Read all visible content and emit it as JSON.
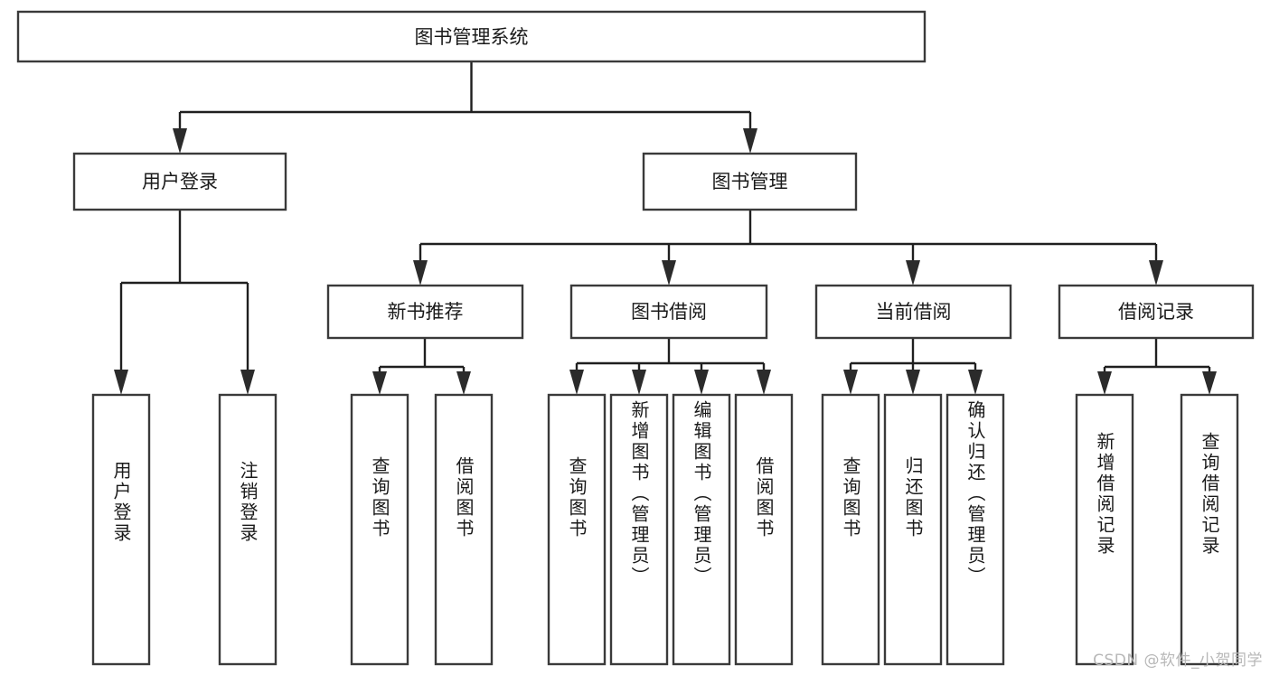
{
  "diagram": {
    "type": "tree",
    "title": "图书管理系统",
    "watermark": "CSDN @软件_小贺同学",
    "colors": {
      "background": "#ffffff",
      "box_fill": "#ffffff",
      "box_stroke": "#3a3a3a",
      "connector": "#1f1f1f",
      "text": "#1a1a1a",
      "watermark": "#b8b8b8"
    },
    "nodes": {
      "root": {
        "label": "图书管理系统",
        "orientation": "horizontal"
      },
      "level1": [
        {
          "label": "用户登录",
          "orientation": "horizontal"
        },
        {
          "label": "图书管理",
          "orientation": "horizontal"
        }
      ],
      "level2": [
        {
          "label": "新书推荐",
          "orientation": "horizontal"
        },
        {
          "label": "图书借阅",
          "orientation": "horizontal"
        },
        {
          "label": "当前借阅",
          "orientation": "horizontal"
        },
        {
          "label": "借阅记录",
          "orientation": "horizontal"
        }
      ],
      "leaves": [
        {
          "label": "用户登录",
          "parent": "用户登录",
          "orientation": "vertical"
        },
        {
          "label": "注销登录",
          "parent": "用户登录",
          "orientation": "vertical"
        },
        {
          "label": "查询图书",
          "parent": "新书推荐",
          "orientation": "vertical"
        },
        {
          "label": "借阅图书",
          "parent": "新书推荐",
          "orientation": "vertical"
        },
        {
          "label": "查询图书",
          "parent": "图书借阅",
          "orientation": "vertical"
        },
        {
          "label": "新增图书（管理员）",
          "parent": "图书借阅",
          "orientation": "vertical"
        },
        {
          "label": "编辑图书（管理员）",
          "parent": "图书借阅",
          "orientation": "vertical"
        },
        {
          "label": "借阅图书",
          "parent": "图书借阅",
          "orientation": "vertical"
        },
        {
          "label": "查询图书",
          "parent": "当前借阅",
          "orientation": "vertical"
        },
        {
          "label": "归还图书",
          "parent": "当前借阅",
          "orientation": "vertical"
        },
        {
          "label": "确认归还（管理员）",
          "parent": "当前借阅",
          "orientation": "vertical"
        },
        {
          "label": "新增借阅记录",
          "parent": "借阅记录",
          "orientation": "vertical"
        },
        {
          "label": "查询借阅记录",
          "parent": "借阅记录",
          "orientation": "vertical"
        }
      ]
    }
  }
}
